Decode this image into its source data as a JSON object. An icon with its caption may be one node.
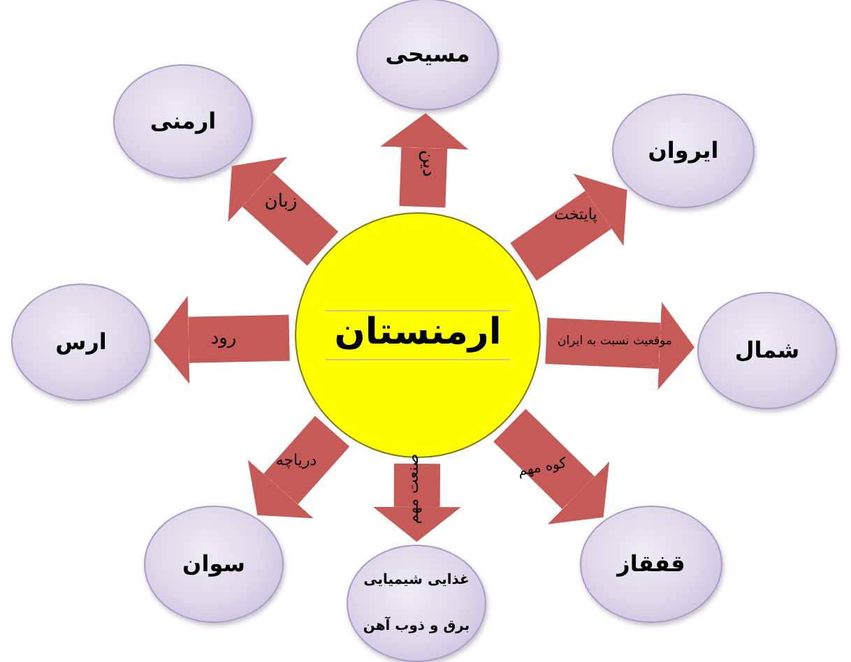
{
  "diagram": {
    "nodes": [
      {
        "text": [
          "ارمنستان"
        ]
      },
      {
        "text": [
          "مسیحی"
        ]
      },
      {
        "text": [
          "ایروان"
        ]
      },
      {
        "text": [
          "شمال"
        ]
      },
      {
        "text": [
          "قفقاز"
        ]
      },
      {
        "text": [
          "غذایی شیمیایی",
          "برق و ذوب آهن"
        ]
      },
      {
        "text": [
          "سوان"
        ]
      },
      {
        "text": [
          "ارس"
        ]
      },
      {
        "text": [
          "ارمنی"
        ]
      }
    ],
    "edges": [
      {
        "from": 0,
        "to": 1,
        "arrow": "to",
        "label": "دین"
      },
      {
        "from": 0,
        "to": 2,
        "arrow": "to",
        "label": "پایتخت"
      },
      {
        "from": 0,
        "to": 3,
        "arrow": "to",
        "label": "موقعیت نسبت به ایران"
      },
      {
        "from": 0,
        "to": 4,
        "arrow": "to",
        "label": "کوه مهم"
      },
      {
        "from": 0,
        "to": 5,
        "arrow": "to",
        "label": "صنعت مهم"
      },
      {
        "from": 0,
        "to": 6,
        "arrow": "to",
        "label": "دریاچه"
      },
      {
        "from": 0,
        "to": 7,
        "arrow": "to",
        "label": "رود"
      },
      {
        "from": 0,
        "to": 8,
        "arrow": "to",
        "label": "زبان"
      }
    ]
  }
}
